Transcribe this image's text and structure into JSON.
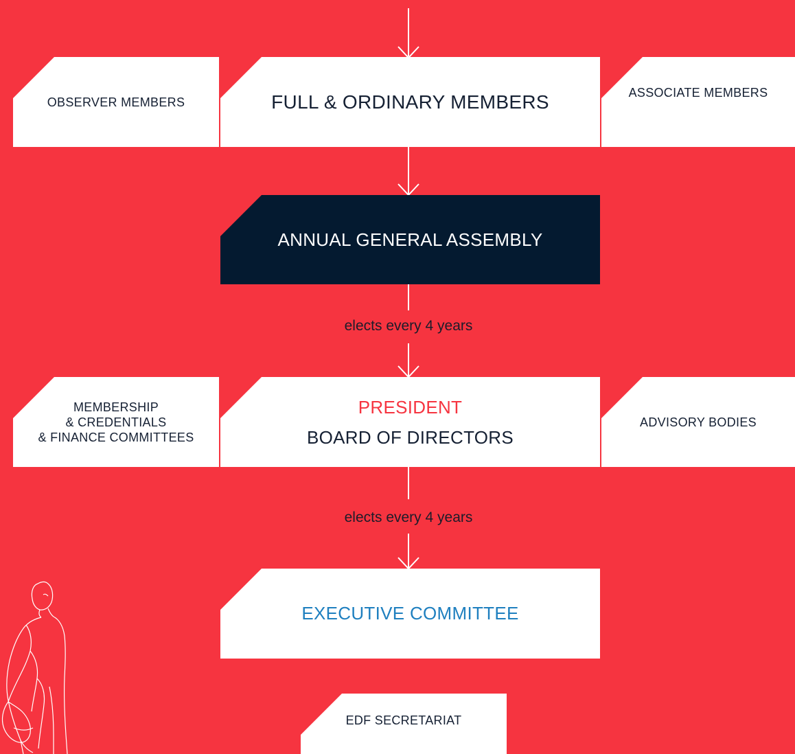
{
  "colors": {
    "background": "#f63440",
    "box": "#ffffff",
    "dark_box": "#041a30",
    "president_text": "#f63440",
    "executive_text": "#1e7fbf"
  },
  "boxes": {
    "observer_members": "OBSERVER MEMBERS",
    "full_ordinary_members": "FULL & ORDINARY MEMBERS",
    "associate_members": "ASSOCIATE MEMBERS",
    "annual_general_assembly": "ANNUAL GENERAL ASSEMBLY",
    "committees": [
      "MEMBERSHIP",
      "& CREDENTIALS",
      "& FINANCE COMMITTEES"
    ],
    "president": "PRESIDENT",
    "board_of_directors": "BOARD OF DIRECTORS",
    "advisory_bodies": "ADVISORY BODIES",
    "executive_committee": "EXECUTIVE COMMITTEE",
    "edf_secretariat": "EDF SECRETARIAT"
  },
  "connectors": {
    "assembly_to_board": "elects every 4 years",
    "board_to_executive": "elects every 4 years"
  },
  "icons": [
    "arrow-down-icon",
    "person-sketch-illustration"
  ]
}
